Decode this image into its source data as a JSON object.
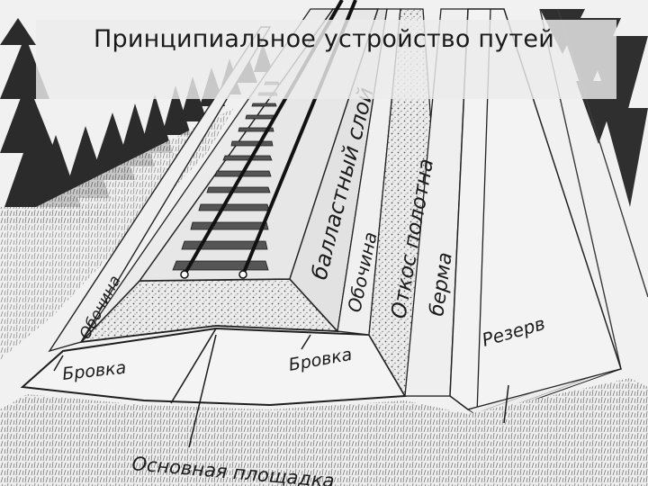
{
  "title": "Принципиальное устройство путей",
  "labels": {
    "ballast_layer": "балластный слой",
    "shoulder_left": "Обочина",
    "shoulder_right": "Обочина",
    "embankment_slope": "Откос полотна",
    "berm": "берма",
    "reserve": "Резерв",
    "edge_left": "Бровка",
    "edge_right": "Бровка",
    "subgrade": "Основная площадка"
  }
}
